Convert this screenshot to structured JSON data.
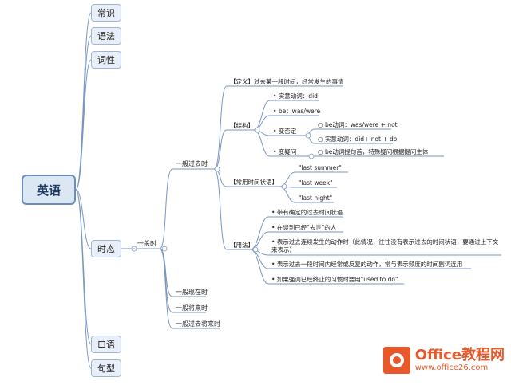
{
  "root": {
    "label": "英语"
  },
  "categories": [
    "常识",
    "语法",
    "词性",
    "时态",
    "口语",
    "句型"
  ],
  "tense": {
    "label": "一般时",
    "children": [
      "一般过去时",
      "一般现在时",
      "一般将来时",
      "一般过去将来时"
    ]
  },
  "past_simple": {
    "definition": "【定义】过去某一段时间，经常发生的事情",
    "structure": {
      "label": "【结构】",
      "items": [
        "实意动词：did",
        "be：was/were",
        "变否定",
        "变疑问"
      ],
      "negative": [
        "be动词：was/were + not",
        "实意动词：did+ not + do"
      ],
      "question": [
        "be动词提句首，特殊疑问根据提问主体"
      ]
    },
    "time_adverbials": {
      "label": "【常用时间状语】",
      "items": [
        "\"last summer\"",
        "\"last week\"",
        "\"last night\""
      ]
    },
    "usage": {
      "label": "【用法】",
      "items": [
        "带有确定的过去时间状语",
        "在谈到已经\"去世\"的人",
        "表示过去连续发生的动作时（此情况，往往没有表示过去的时间状语，要通过上下文来表示）",
        "表示过去一段时间内经常或反复的动作，常与表示频度的时间副词连用",
        "如果强调已经终止的习惯时要用\"used to do\""
      ]
    }
  },
  "watermark": {
    "name": "Office教程网",
    "url": "www.office26.com"
  },
  "colors": {
    "line": "#7a96bf",
    "root_fill": "#dce7f4",
    "accent": "#e7582a"
  }
}
